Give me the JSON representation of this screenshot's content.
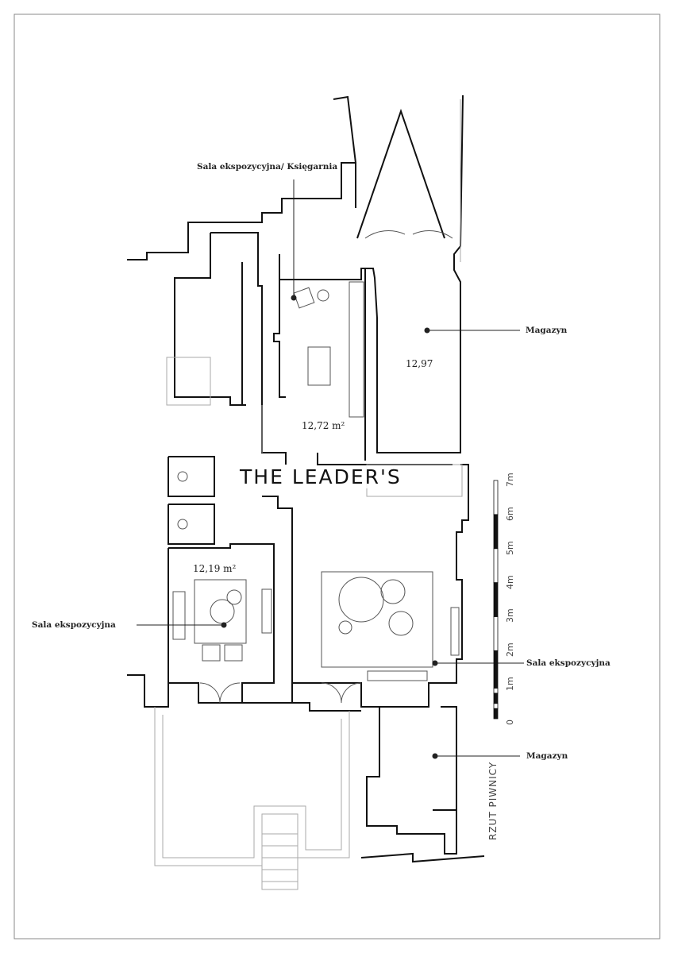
{
  "brand": "THE LEADER'S",
  "plan_title": "RZUT PIWNICY",
  "rooms": [
    {
      "label": "Sala ekspozycyjna/ Księgarnia",
      "area": "12,72 m²"
    },
    {
      "label": "Magazyn",
      "area": "12,97"
    },
    {
      "label": "Sala ekspozycyjna",
      "area": "12,19 m²"
    },
    {
      "label": "Sala ekspozycyjna",
      "area": ""
    },
    {
      "label": "Magazyn",
      "area": ""
    }
  ],
  "scale_bar": {
    "unit": "m",
    "ticks": [
      "0",
      "1m",
      "2m",
      "3m",
      "4m",
      "5m",
      "6m",
      "7m"
    ],
    "max": 7
  },
  "colors": {
    "wall": "#111111",
    "hidden": "#999999"
  }
}
